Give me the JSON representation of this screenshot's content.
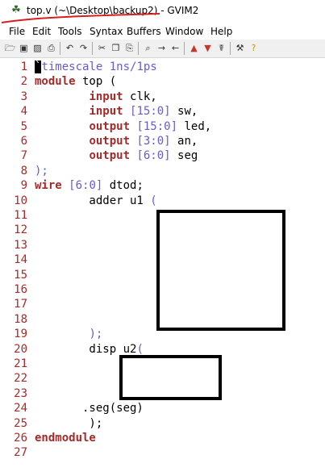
{
  "window": {
    "title": "top.v (~\\Desktop\\backup2) - GVIM2",
    "icon": "vim-icon"
  },
  "menu": [
    "File",
    "Edit",
    "Tools",
    "Syntax",
    "Buffers",
    "Window",
    "Help"
  ],
  "toolbar": {
    "icons": [
      "open-icon",
      "save-icon",
      "save-all-icon",
      "print-icon",
      "undo-icon",
      "redo-icon",
      "cut-icon",
      "copy-icon",
      "paste-icon",
      "find-icon",
      "find-next-icon",
      "find-prev-icon",
      "load-session-icon",
      "save-session-icon",
      "run-script-icon",
      "make-icon",
      "help-icon"
    ]
  },
  "editor": {
    "lines": [
      {
        "n": "1",
        "parts": [
          {
            "t": "`",
            "c": "cursor"
          },
          {
            "t": "timescale 1ns/1ps",
            "c": "directive"
          }
        ]
      },
      {
        "n": "2",
        "parts": [
          {
            "t": "module",
            "c": "kw"
          },
          {
            "t": " top (",
            "c": ""
          }
        ]
      },
      {
        "n": "3",
        "parts": [
          {
            "t": "        ",
            "c": ""
          },
          {
            "t": "input",
            "c": "kw"
          },
          {
            "t": " clk,",
            "c": ""
          }
        ]
      },
      {
        "n": "4",
        "parts": [
          {
            "t": "        ",
            "c": ""
          },
          {
            "t": "input",
            "c": "kw"
          },
          {
            "t": " ",
            "c": ""
          },
          {
            "t": "[15:0]",
            "c": "range"
          },
          {
            "t": " sw,",
            "c": ""
          }
        ]
      },
      {
        "n": "5",
        "parts": [
          {
            "t": "        ",
            "c": ""
          },
          {
            "t": "output",
            "c": "kw"
          },
          {
            "t": " ",
            "c": ""
          },
          {
            "t": "[15:0]",
            "c": "range"
          },
          {
            "t": " led,",
            "c": ""
          }
        ]
      },
      {
        "n": "6",
        "parts": [
          {
            "t": "        ",
            "c": ""
          },
          {
            "t": "output",
            "c": "kw"
          },
          {
            "t": " ",
            "c": ""
          },
          {
            "t": "[3:0]",
            "c": "range"
          },
          {
            "t": " an,",
            "c": ""
          }
        ]
      },
      {
        "n": "7",
        "parts": [
          {
            "t": "        ",
            "c": ""
          },
          {
            "t": "output",
            "c": "kw"
          },
          {
            "t": " ",
            "c": ""
          },
          {
            "t": "[6:0]",
            "c": "range"
          },
          {
            "t": " seg",
            "c": ""
          }
        ]
      },
      {
        "n": "8",
        "parts": [
          {
            "t": ");",
            "c": "range"
          }
        ]
      },
      {
        "n": "9",
        "parts": [
          {
            "t": "wire",
            "c": "kw"
          },
          {
            "t": " ",
            "c": ""
          },
          {
            "t": "[6:0]",
            "c": "range"
          },
          {
            "t": " dtod;",
            "c": ""
          }
        ]
      },
      {
        "n": "10",
        "parts": [
          {
            "t": "        adder u1 ",
            "c": ""
          },
          {
            "t": "(",
            "c": "range"
          }
        ]
      },
      {
        "n": "11",
        "parts": []
      },
      {
        "n": "12",
        "parts": []
      },
      {
        "n": "13",
        "parts": []
      },
      {
        "n": "14",
        "parts": []
      },
      {
        "n": "15",
        "parts": []
      },
      {
        "n": "16",
        "parts": []
      },
      {
        "n": "17",
        "parts": []
      },
      {
        "n": "18",
        "parts": []
      },
      {
        "n": "19",
        "parts": [
          {
            "t": "        ",
            "c": ""
          },
          {
            "t": ");",
            "c": "range"
          }
        ]
      },
      {
        "n": "20",
        "parts": [
          {
            "t": "        disp u2",
            "c": ""
          },
          {
            "t": "(",
            "c": "range"
          }
        ]
      },
      {
        "n": "21",
        "parts": []
      },
      {
        "n": "22",
        "parts": []
      },
      {
        "n": "23",
        "parts": []
      },
      {
        "n": "24",
        "parts": [
          {
            "t": "       .seg(seg)",
            "c": ""
          }
        ]
      },
      {
        "n": "25",
        "parts": [
          {
            "t": "        );",
            "c": ""
          }
        ]
      },
      {
        "n": "26",
        "parts": [
          {
            "t": "endmodule",
            "c": "kw"
          }
        ]
      },
      {
        "n": "27",
        "parts": []
      }
    ]
  }
}
